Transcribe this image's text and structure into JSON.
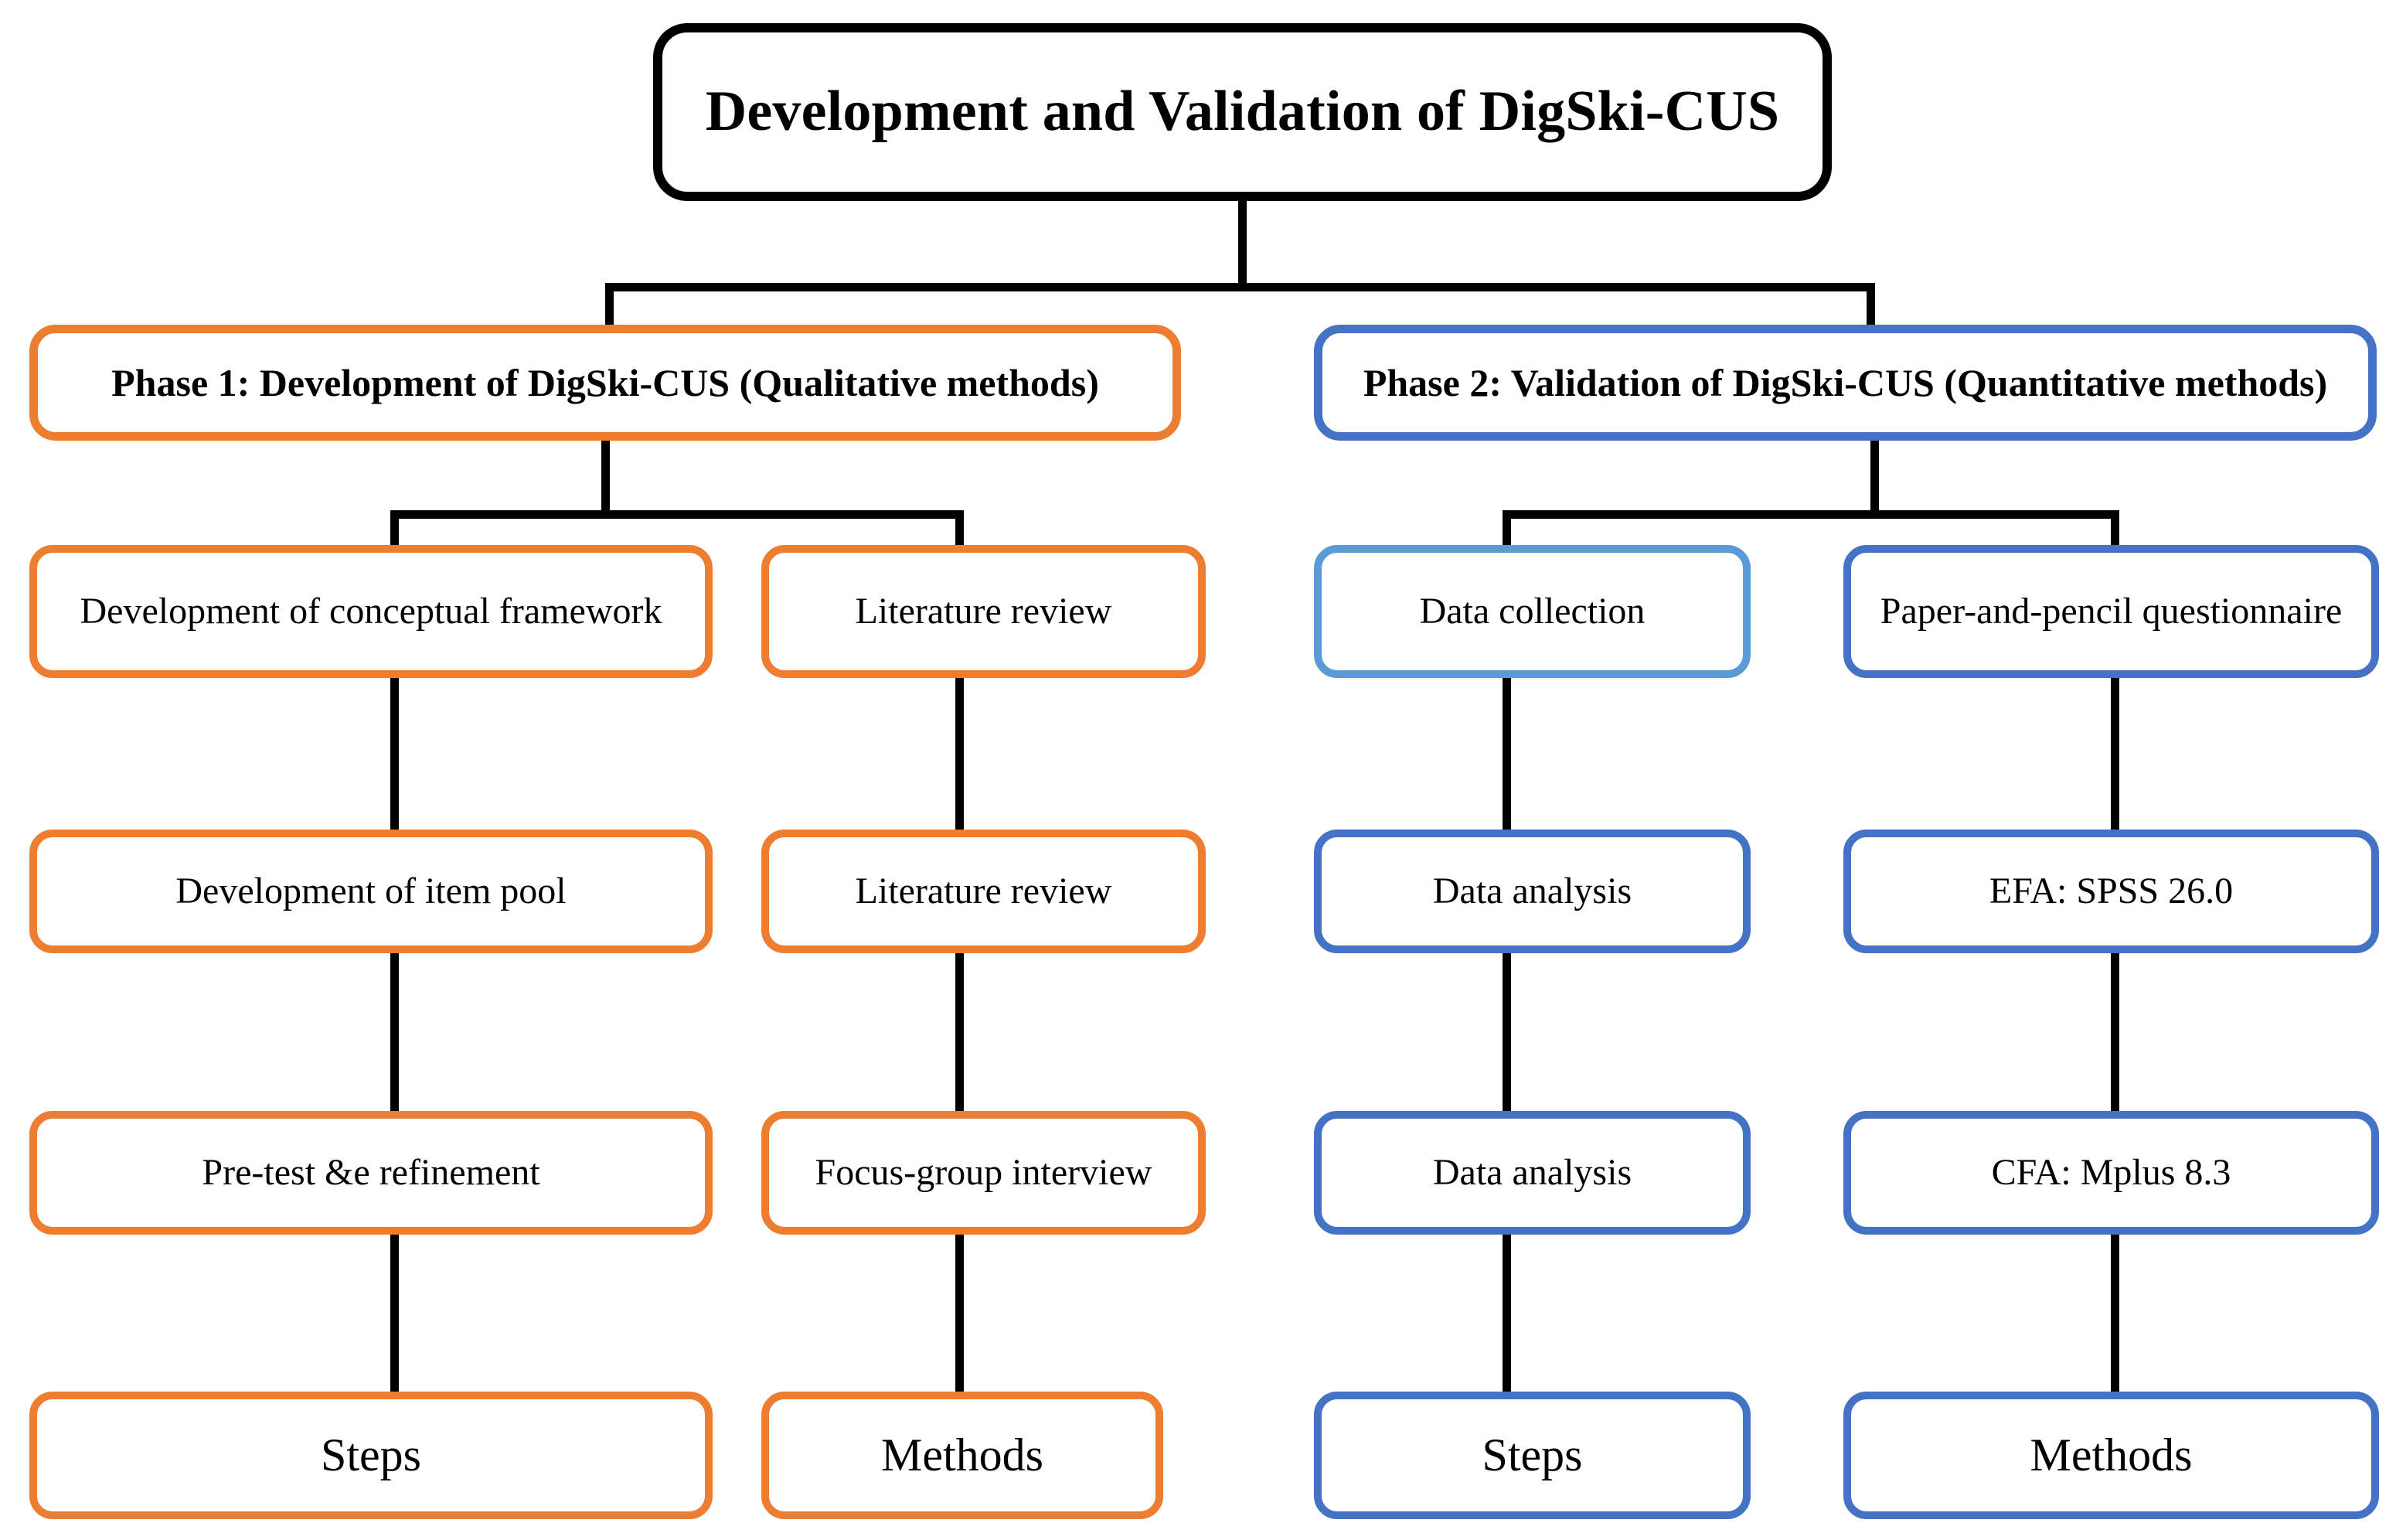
{
  "title": {
    "text": "Development and Validation of DigSki-CUS"
  },
  "colors": {
    "orange": "#ED7D31",
    "blue": "#4472C4",
    "light_blue": "#5B9BD5",
    "connector": "#000000",
    "title_border": "#000000",
    "background": "#FFFFFF"
  },
  "phases": [
    {
      "id": "phase-1",
      "label": "Phase 1: Development of DigSki-CUS (Qualitative methods)",
      "accent": "#ED7D31",
      "columns": [
        {
          "id": "phase-1-steps",
          "legend": "Steps",
          "items": [
            "Development of conceptual framework",
            "Development of item pool",
            "Pre-test &e refinement"
          ]
        },
        {
          "id": "phase-1-methods",
          "legend": "Methods",
          "items": [
            "Literature review",
            "Literature review",
            "Focus-group interview"
          ]
        }
      ]
    },
    {
      "id": "phase-2",
      "label": "Phase 2: Validation of DigSki-CUS (Quantitative methods)",
      "accent": "#4472C4",
      "columns": [
        {
          "id": "phase-2-steps",
          "legend": "Steps",
          "items": [
            "Data collection",
            "Data analysis",
            "Data analysis"
          ]
        },
        {
          "id": "phase-2-methods",
          "legend": "Methods",
          "items": [
            "Paper-and-pencil questionnaire",
            "EFA: SPSS 26.0",
            "CFA: Mplus 8.3"
          ]
        }
      ]
    }
  ]
}
